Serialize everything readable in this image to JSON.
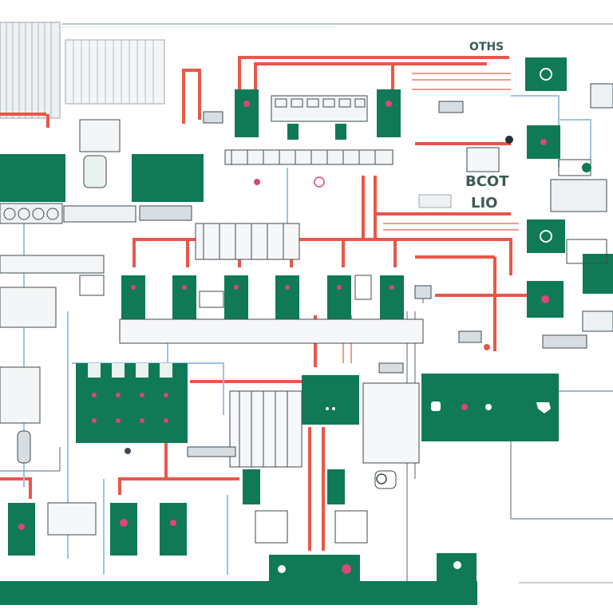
{
  "diagram": {
    "labels": {
      "top_right_code": "OTHS",
      "mid_code_1": "BCOT",
      "mid_code_2": "LIO"
    },
    "colors": {
      "background": "#ffffff",
      "module_fill": "#0f7a55",
      "module_dark": "#0b6446",
      "pipe_red": "#e8574a",
      "pipe_red_light": "#f29a8f",
      "wire_blue": "#9ec3e6",
      "wire_gray": "#8f9aa3",
      "indicator_pink": "#d9477c",
      "panel_gray": "#d8dde2",
      "detail_dark": "#3d4a52"
    }
  }
}
